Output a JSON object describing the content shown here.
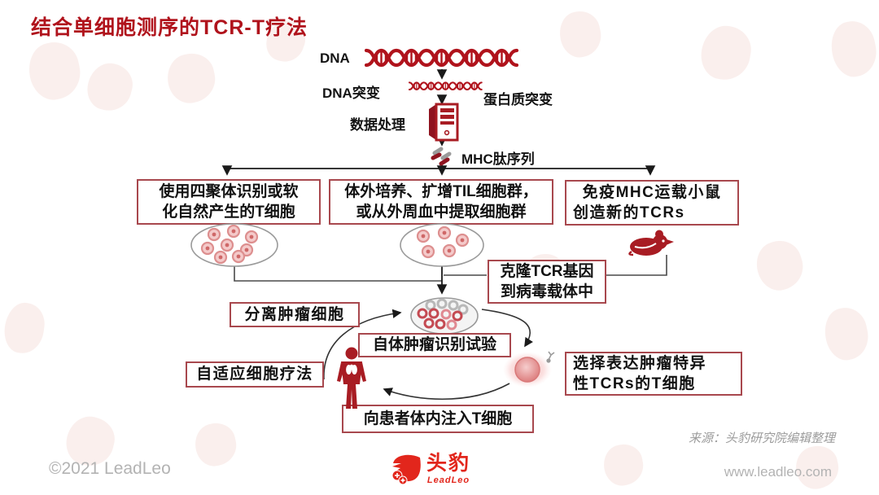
{
  "title": "结合单细胞测序的TCR-T疗法",
  "pipeline": {
    "dna_label": "DNA",
    "dna_mutation_label": "DNA突变",
    "protein_mutation_label": "蛋白质突变",
    "data_processing_label": "数据处理",
    "mhc_label": "MHC肽序列"
  },
  "boxes": {
    "tetramer": {
      "line1": "使用四聚体识别或软",
      "line2": "化自然产生的T细胞"
    },
    "til": {
      "line1": "体外培养、扩增TIL细胞群，",
      "line2": "或从外周血中提取细胞群"
    },
    "mouse": {
      "line1": "免疫MHC运载小鼠",
      "line2": "创造新的TCRs"
    },
    "clone": {
      "line1": "克隆TCR基因",
      "line2": "到病毒载体中"
    },
    "isolate": "分离肿瘤细胞",
    "recognition": "自体肿瘤识别试验",
    "adoptive": "自适应细胞疗法",
    "inject": "向患者体内注入T细胞",
    "select": {
      "line1": "选择表达肿瘤特异",
      "line2": "性TCRs的T细胞"
    }
  },
  "footer": {
    "copyright": "©2021 LeadLeo",
    "website": "www.leadleo.com",
    "source": "来源：头豹研究院编辑整理",
    "logo_cn": "头豹",
    "logo_en": "LeadLeo"
  },
  "colors": {
    "accent_red": "#b0131c",
    "box_border": "#a8484e",
    "dark_red_icon": "#a81c23",
    "logo_red": "#e2261c",
    "gray_text": "#b3b3b3",
    "connector": "#333333",
    "watermark_pink": "#f6e2df"
  },
  "icons": {
    "dna-helix-icon": "double-helix shape",
    "dna-mutation-helix-icon": "small double-helix shape",
    "server-icon": "3d data-processing tower",
    "peptide-icon": "two small ribbon fragments",
    "petri-dish-icon": "ellipse with donut cells",
    "transduced-dish-icon": "ellipse with gray and red cells",
    "mouse-icon": "red mouse silhouette",
    "human-icon": "red human silhouette with white lungs",
    "t-cell-icon": "pink cell with gray receptor",
    "leadleo-logo-icon": "red leopard head with coins",
    "watermark-icon": "faint pink leopard blob"
  }
}
